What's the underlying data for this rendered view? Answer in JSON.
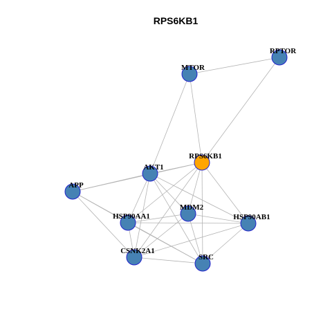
{
  "title": "RPS6KB1",
  "colors": {
    "hub": "#FFA500",
    "node": "#4682B4",
    "node_border": "#2222CC",
    "edge": "#B3B3B3"
  },
  "nodes": [
    {
      "id": "MTOR",
      "label": "MTOR",
      "hub": false
    },
    {
      "id": "RPTOR",
      "label": "RPTOR",
      "hub": false
    },
    {
      "id": "RPS6KB1",
      "label": "RPS6KB1",
      "hub": true
    },
    {
      "id": "AKT1",
      "label": "AKT1",
      "hub": false
    },
    {
      "id": "APP",
      "label": "APP",
      "hub": false
    },
    {
      "id": "HSP90AA1",
      "label": "HSP90AA1",
      "hub": false
    },
    {
      "id": "MDM2",
      "label": "MDM2",
      "hub": false
    },
    {
      "id": "HSP90AB1",
      "label": "HSP90AB1",
      "hub": false
    },
    {
      "id": "CSNK2A1",
      "label": "CSNK2A1",
      "hub": false
    },
    {
      "id": "SRC",
      "label": "SRC",
      "hub": false
    }
  ],
  "edges": [
    [
      "MTOR",
      "RPTOR"
    ],
    [
      "MTOR",
      "RPS6KB1"
    ],
    [
      "MTOR",
      "AKT1"
    ],
    [
      "RPTOR",
      "RPS6KB1"
    ],
    [
      "RPS6KB1",
      "AKT1"
    ],
    [
      "RPS6KB1",
      "APP"
    ],
    [
      "RPS6KB1",
      "HSP90AA1"
    ],
    [
      "RPS6KB1",
      "MDM2"
    ],
    [
      "RPS6KB1",
      "HSP90AB1"
    ],
    [
      "RPS6KB1",
      "CSNK2A1"
    ],
    [
      "RPS6KB1",
      "SRC"
    ],
    [
      "AKT1",
      "APP"
    ],
    [
      "AKT1",
      "HSP90AA1"
    ],
    [
      "AKT1",
      "MDM2"
    ],
    [
      "AKT1",
      "HSP90AB1"
    ],
    [
      "AKT1",
      "CSNK2A1"
    ],
    [
      "AKT1",
      "SRC"
    ],
    [
      "APP",
      "HSP90AA1"
    ],
    [
      "APP",
      "CSNK2A1"
    ],
    [
      "APP",
      "SRC"
    ],
    [
      "HSP90AA1",
      "MDM2"
    ],
    [
      "HSP90AA1",
      "HSP90AB1"
    ],
    [
      "HSP90AA1",
      "CSNK2A1"
    ],
    [
      "HSP90AA1",
      "SRC"
    ],
    [
      "MDM2",
      "HSP90AB1"
    ],
    [
      "MDM2",
      "CSNK2A1"
    ],
    [
      "MDM2",
      "SRC"
    ],
    [
      "HSP90AB1",
      "CSNK2A1"
    ],
    [
      "HSP90AB1",
      "SRC"
    ],
    [
      "CSNK2A1",
      "SRC"
    ]
  ]
}
